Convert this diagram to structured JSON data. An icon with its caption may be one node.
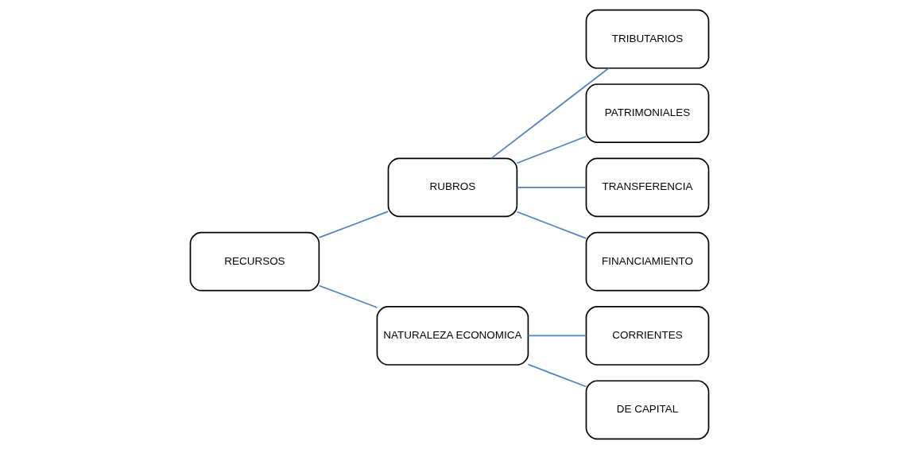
{
  "diagram": {
    "nodes": [
      {
        "text": [
          "RECURSOS"
        ]
      },
      {
        "text": [
          "RUBROS"
        ]
      },
      {
        "text": [
          "NATURALEZA ECONOMICA"
        ]
      },
      {
        "text": [
          "TRIBUTARIOS"
        ]
      },
      {
        "text": [
          "PATRIMONIALES"
        ]
      },
      {
        "text": [
          "TRANSFERENCIA"
        ]
      },
      {
        "text": [
          "FINANCIAMIENTO"
        ]
      },
      {
        "text": [
          "CORRIENTES"
        ]
      },
      {
        "text": [
          "DE CAPITAL"
        ]
      }
    ],
    "edges": [
      {
        "from": 0,
        "to": 1,
        "arrow": "none"
      },
      {
        "from": 0,
        "to": 2,
        "arrow": "none"
      },
      {
        "from": 1,
        "to": 3,
        "arrow": "none"
      },
      {
        "from": 1,
        "to": 4,
        "arrow": "none"
      },
      {
        "from": 1,
        "to": 5,
        "arrow": "none"
      },
      {
        "from": 1,
        "to": 6,
        "arrow": "none"
      },
      {
        "from": 2,
        "to": 7,
        "arrow": "none"
      },
      {
        "from": 2,
        "to": 8,
        "arrow": "none"
      }
    ]
  }
}
